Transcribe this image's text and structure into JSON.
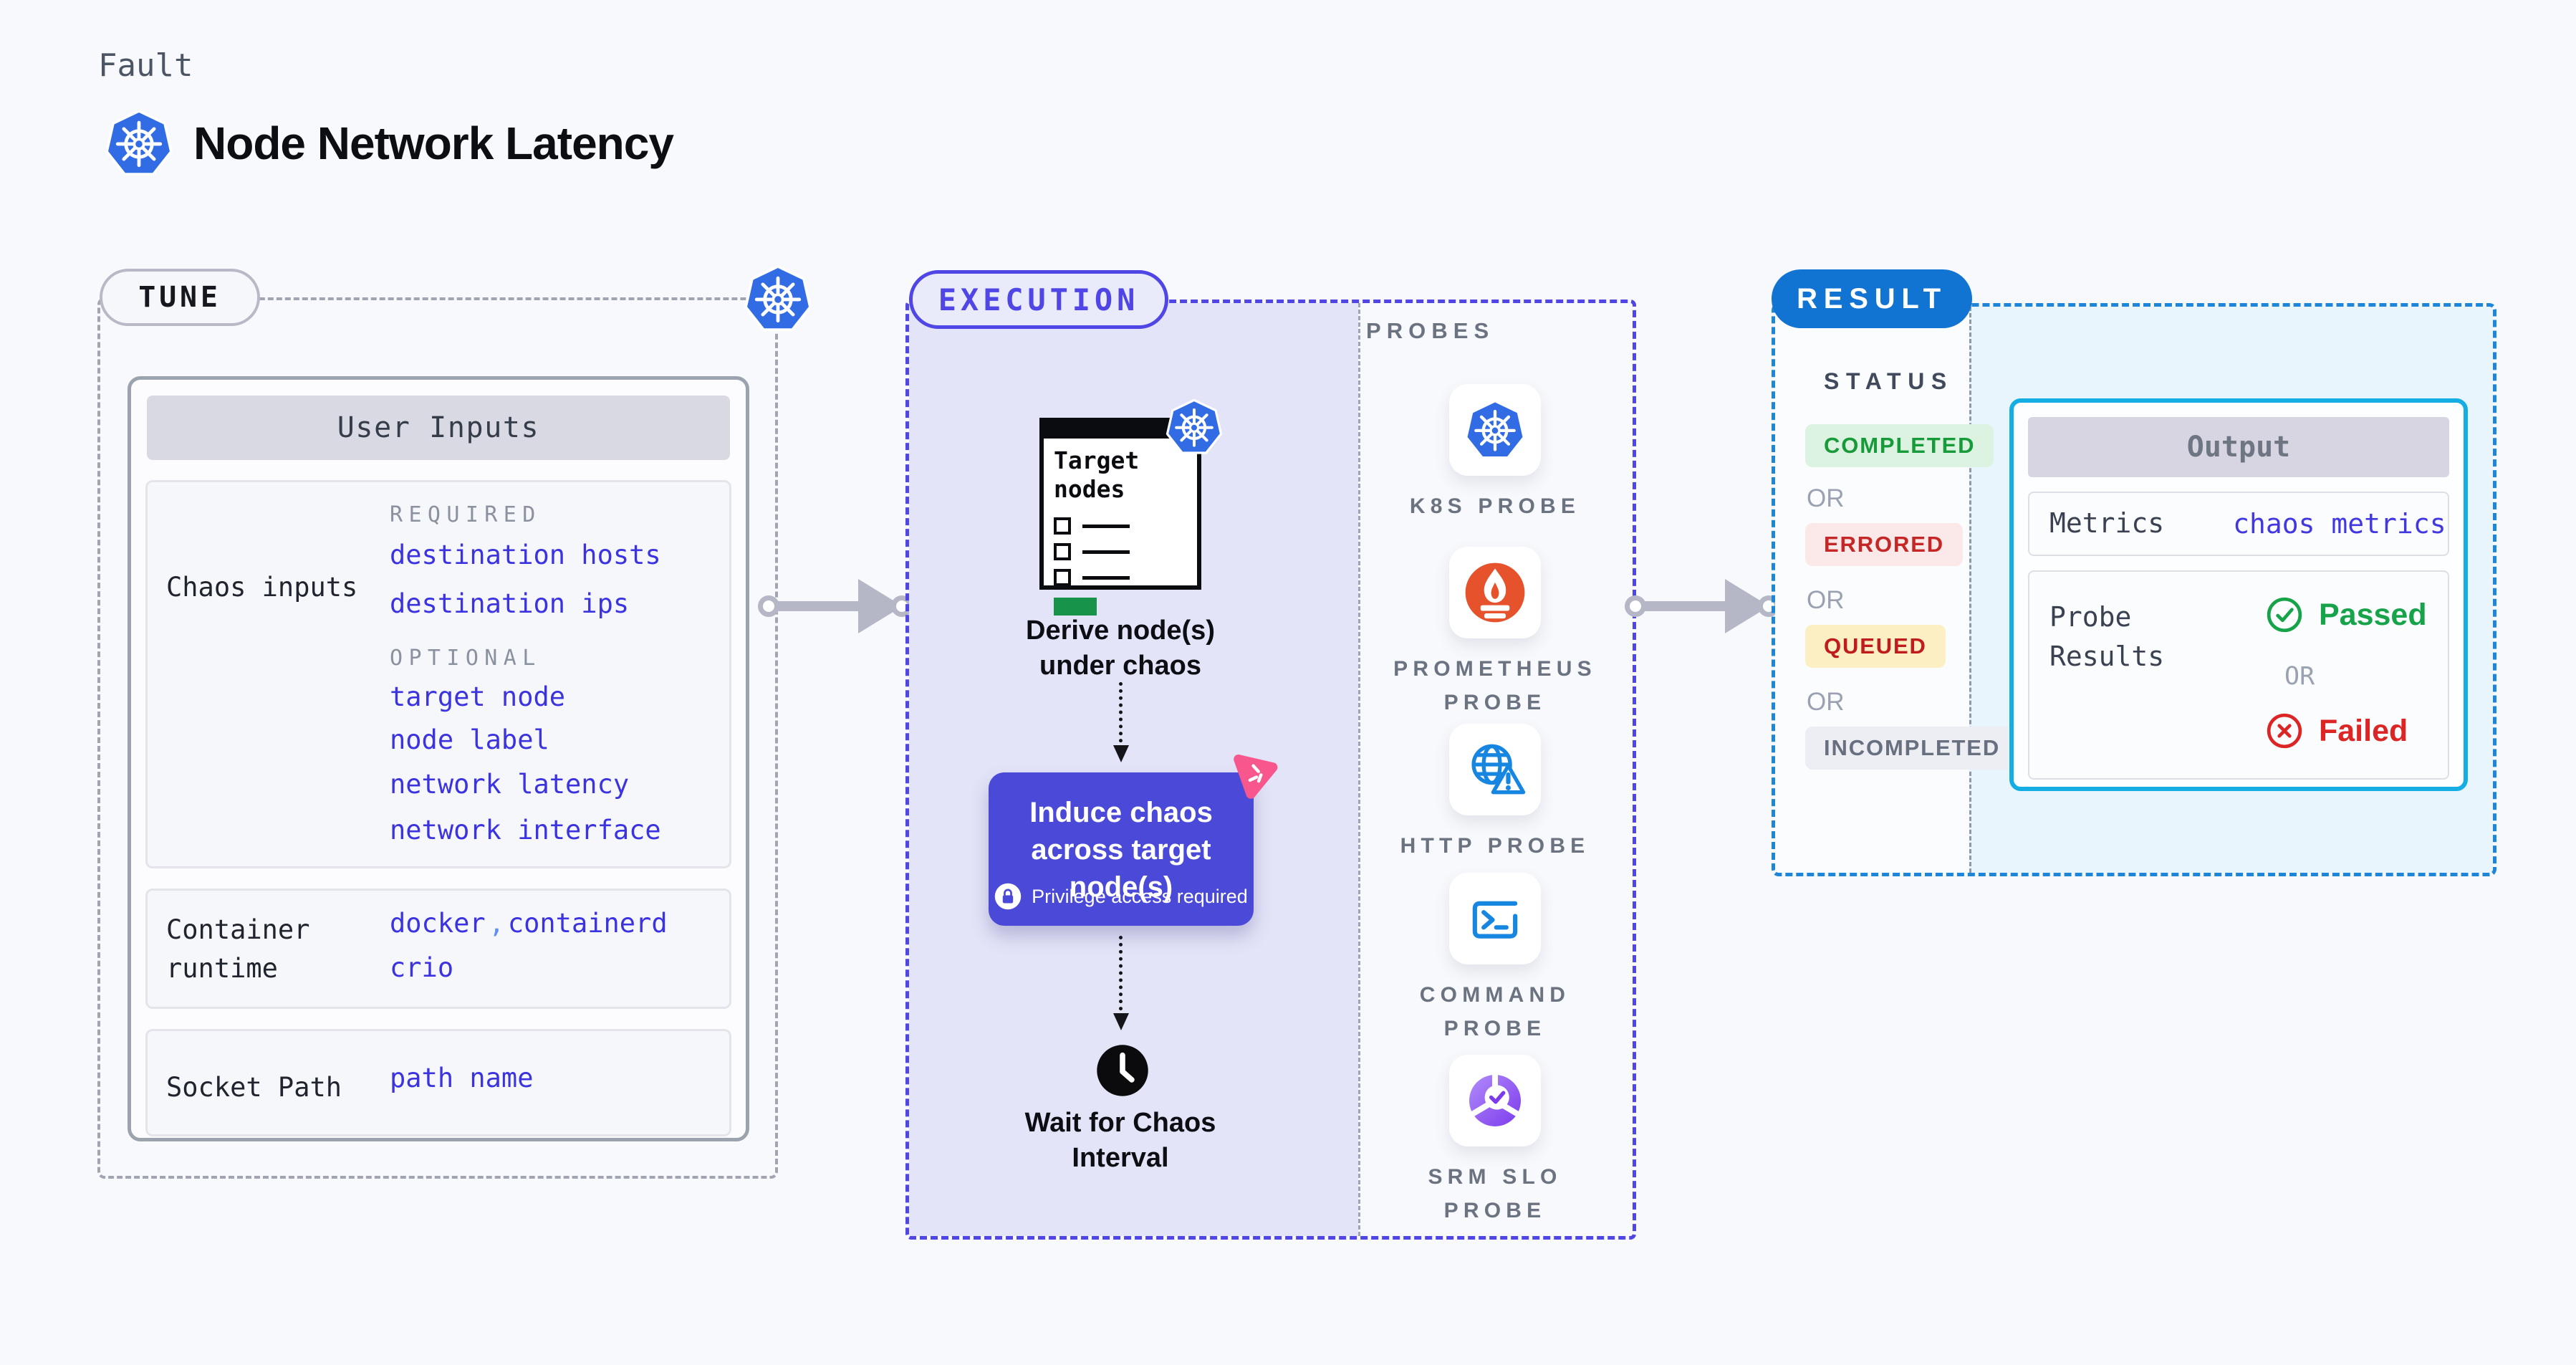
{
  "header": {
    "eyebrow": "Fault",
    "title": "Node Network Latency"
  },
  "tune": {
    "label": "TUNE",
    "card_title": "User Inputs",
    "chaos_row": {
      "label": "Chaos inputs",
      "required_heading": "REQUIRED",
      "required_links": [
        "destination hosts",
        "destination ips"
      ],
      "optional_heading": "OPTIONAL",
      "optional_links": [
        "target node",
        "node label",
        "network latency",
        "network interface"
      ]
    },
    "runtime_row": {
      "label": "Container runtime",
      "value1": "docker",
      "separator": ",",
      "value2": "containerd",
      "value3": "crio"
    },
    "socket_row": {
      "label": "Socket Path",
      "value": "path name"
    }
  },
  "execution": {
    "label": "EXECUTION",
    "target_card_title": "Target nodes",
    "step_derive": "Derive node(s) under chaos",
    "step_induce": "Induce chaos across target node(s)",
    "induce_note": "Privilege access required",
    "step_wait": "Wait for Chaos Interval",
    "probes_heading": "PROBES",
    "probes": [
      {
        "name": "K8S PROBE",
        "icon": "kubernetes-icon"
      },
      {
        "name": "PROMETHEUS\nPROBE",
        "icon": "prometheus-icon"
      },
      {
        "name": "HTTP PROBE",
        "icon": "globe-warning-icon"
      },
      {
        "name": "COMMAND\nPROBE",
        "icon": "terminal-icon"
      },
      {
        "name": "SRM SLO\nPROBE",
        "icon": "slo-pie-check-icon"
      }
    ]
  },
  "result": {
    "label": "RESULT",
    "status_heading": "STATUS",
    "or_label": "OR",
    "badges": [
      {
        "label": "COMPLETED",
        "type": "success"
      },
      {
        "label": "ERRORED",
        "type": "error"
      },
      {
        "label": "QUEUED",
        "type": "warning"
      },
      {
        "label": "INCOMPLETED",
        "type": "neutral"
      }
    ],
    "output": {
      "title": "Output",
      "metrics_label": "Metrics",
      "metrics_value": "chaos metrics",
      "probe_results_label": "Probe\nResults",
      "passed_label": "Passed",
      "or_label": "OR",
      "failed_label": "Failed"
    }
  },
  "colors": {
    "k8s-blue": "#326ce5",
    "indigo": "#4f46e5",
    "induce-purple": "#4b49d7",
    "link-blue": "#3b33e0",
    "result-blue": "#1173d2",
    "output-cyan": "#14aee4",
    "passed-green": "#16a34a",
    "failed-red": "#dc2626",
    "queued-amber-bg": "#fcefc3",
    "prometheus-orange": "#e6522c",
    "probe-blue": "#1786e0",
    "srm-purple": "#7c3aed",
    "litmus-pink": "#f7578c",
    "lavender-panel": "#e4e4f8",
    "result-panel": "#e8f5fc"
  }
}
